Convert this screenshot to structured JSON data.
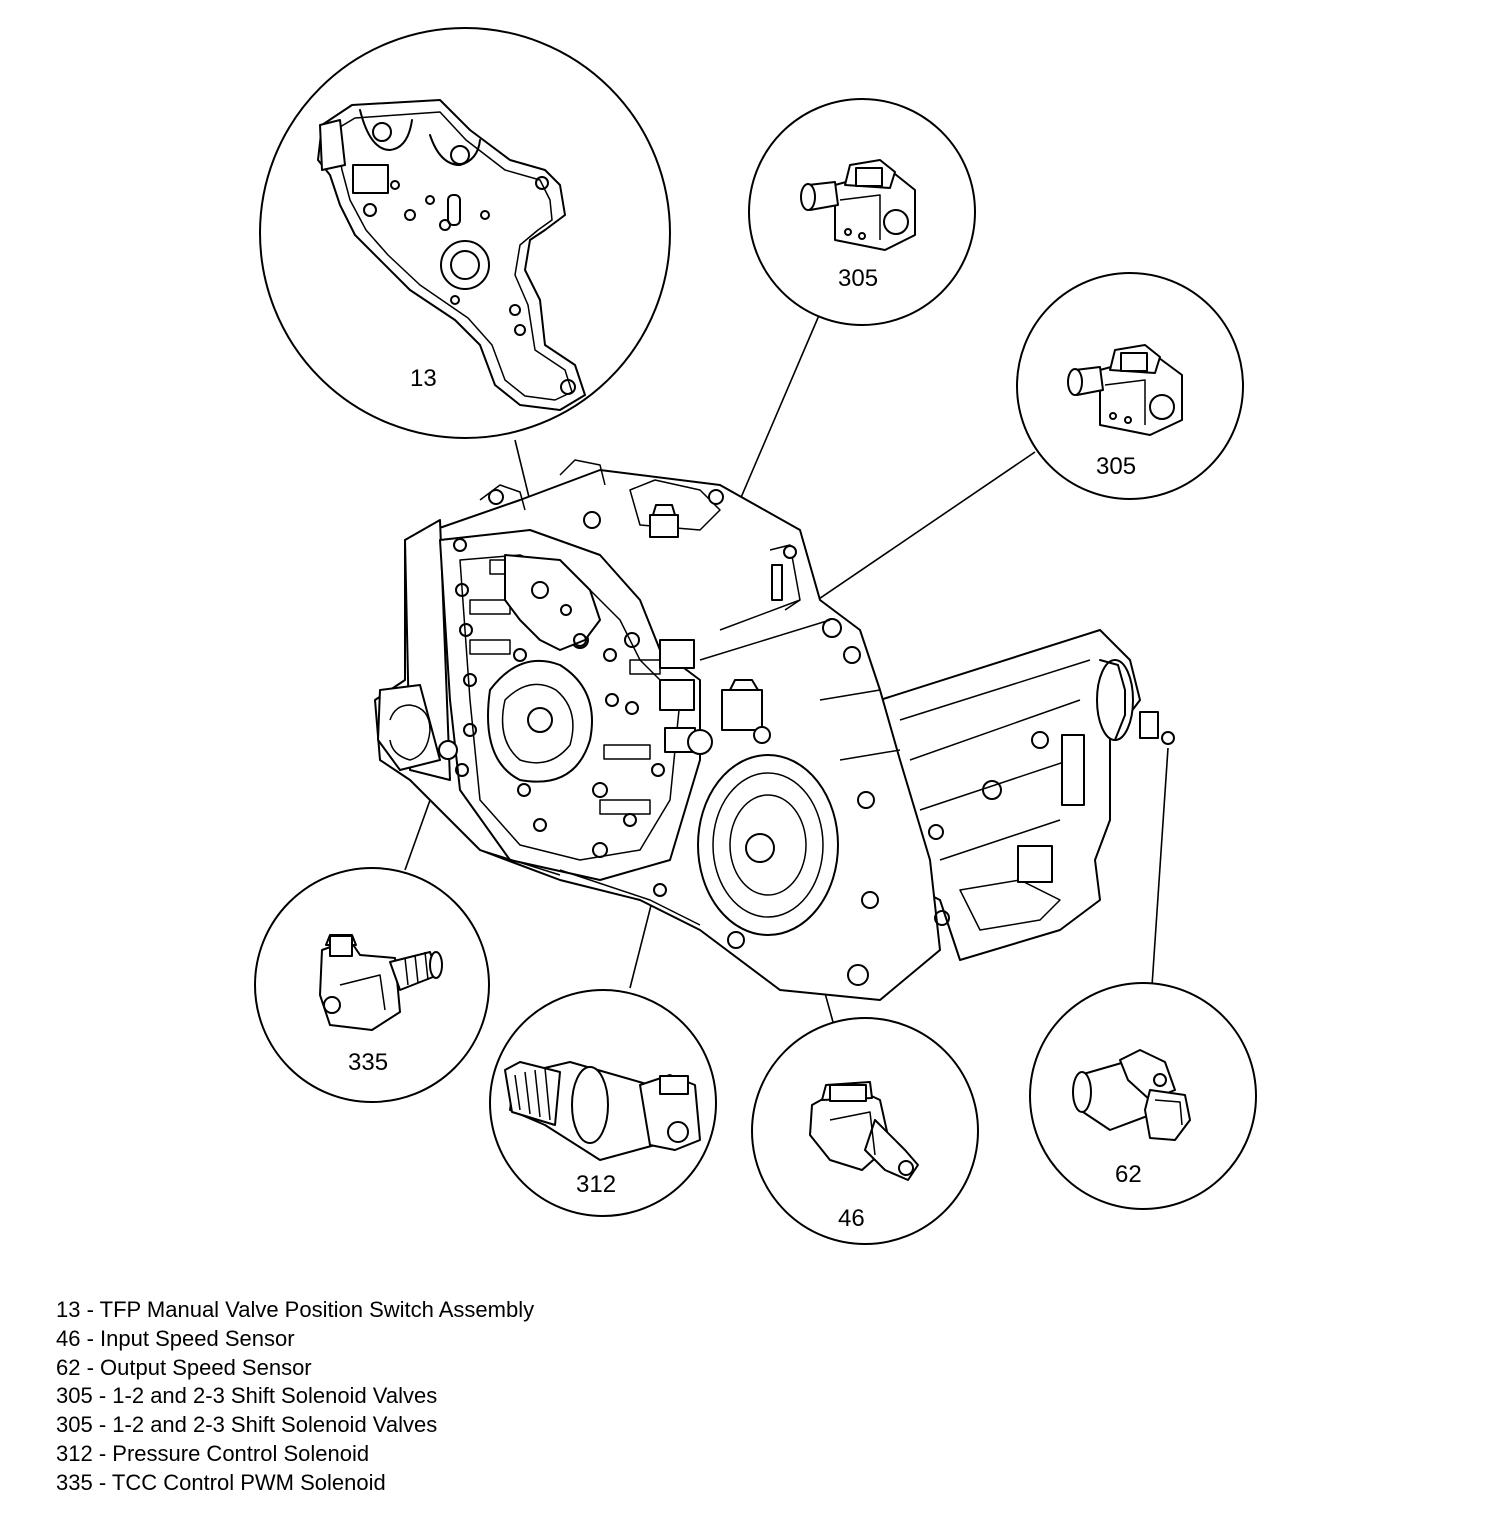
{
  "callouts": [
    {
      "id": "13",
      "label": "13"
    },
    {
      "id": "305a",
      "label": "305"
    },
    {
      "id": "305b",
      "label": "305"
    },
    {
      "id": "335",
      "label": "335"
    },
    {
      "id": "312",
      "label": "312"
    },
    {
      "id": "46",
      "label": "46"
    },
    {
      "id": "62",
      "label": "62"
    }
  ],
  "legend": [
    {
      "number": "13",
      "description": "TFP Manual Valve Position Switch Assembly"
    },
    {
      "number": "46",
      "description": "Input Speed Sensor"
    },
    {
      "number": "62",
      "description": "Output Speed Sensor"
    },
    {
      "number": "305",
      "description": "1-2 and 2-3 Shift Solenoid Valves"
    },
    {
      "number": "305",
      "description": "1-2 and 2-3 Shift Solenoid Valves"
    },
    {
      "number": "312",
      "description": "Pressure Control Solenoid"
    },
    {
      "number": "335",
      "description": "TCC Control PWM Solenoid"
    }
  ]
}
